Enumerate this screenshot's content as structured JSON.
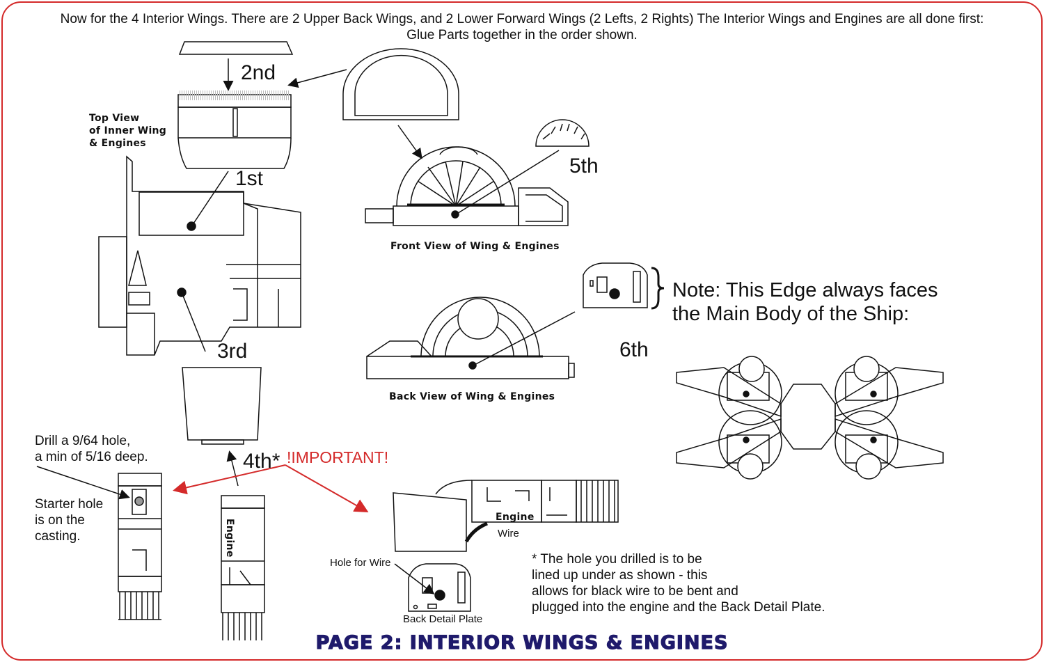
{
  "intro": {
    "line1": "Now for the 4 Interior Wings.  There are 2 Upper Back Wings, and 2 Lower Forward Wings (2 Lefts, 2 Rights)  The Interior Wings and Engines are all done first:",
    "line2": "Glue Parts together in the order shown."
  },
  "steps": {
    "first": "1st",
    "second": "2nd",
    "third": "3rd",
    "fourth": "4th*",
    "fifth": "5th",
    "sixth": "6th"
  },
  "important": "!IMPORTANT!",
  "labels": {
    "top_view": [
      "Top View",
      "of Inner Wing",
      "& Engines"
    ],
    "front_view": "Front View of Wing & Engines",
    "back_view": "Back View of Wing & Engines",
    "engine": "Engine",
    "wire": "Wire",
    "hole_for_wire": "Hole for Wire",
    "back_detail_plate": "Back Detail Plate"
  },
  "note": "Note: This Edge always faces the Main Body of the Ship:",
  "drill": [
    "Drill a 9/64 hole,",
    "a min of 5/16 deep."
  ],
  "starter": [
    "Starter hole",
    "is on the",
    "casting."
  ],
  "footnote": [
    "* The hole you drilled is to be",
    "lined up under as shown - this",
    "allows for black wire to be bent and",
    "plugged into the engine and the Back Detail Plate."
  ],
  "page_title": "PAGE 2:  INTERIOR WINGS & ENGINES",
  "colors": {
    "border": "#d42a2a",
    "title": "#1f1a6b",
    "important": "#d42a2a"
  }
}
